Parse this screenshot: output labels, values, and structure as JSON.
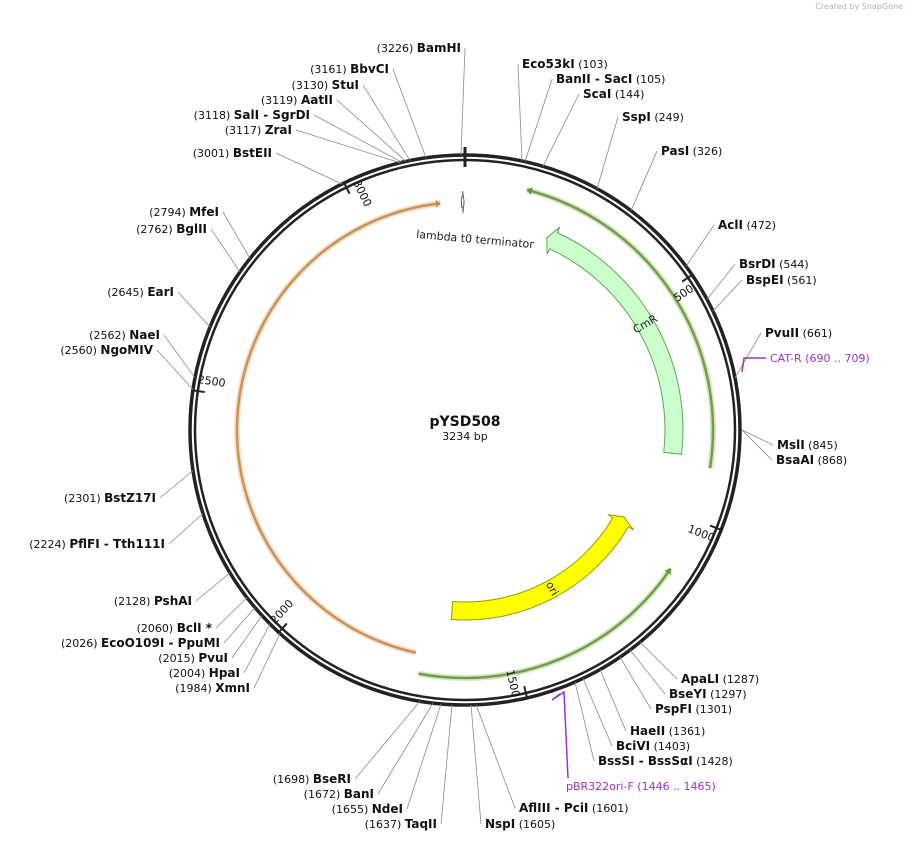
{
  "credit": {
    "prefix": "Created by",
    "brand": "SnapGene"
  },
  "plasmid": {
    "name": "pYSD508",
    "length_label": "3234 bp",
    "length": 3234
  },
  "ticks": [
    {
      "bp": 500,
      "label": "500"
    },
    {
      "bp": 1000,
      "label": "1000"
    },
    {
      "bp": 1500,
      "label": "1500"
    },
    {
      "bp": 2000,
      "label": "2000"
    },
    {
      "bp": 2500,
      "label": "2500"
    },
    {
      "bp": 3000,
      "label": "3000"
    }
  ],
  "features": [
    {
      "name": "CmR",
      "start": 207,
      "end": 866,
      "strand": -1,
      "color": "#ccffcc",
      "stroke": "#5aa85a"
    },
    {
      "name": "ori",
      "start": 1066,
      "end": 1654,
      "strand": -1,
      "color": "#ffff00",
      "stroke": "#999900"
    },
    {
      "name": "lambda t0 terminator",
      "start": 3226,
      "end": 3232,
      "strand": 1,
      "color": "#ffffff",
      "stroke": "#666666"
    }
  ],
  "orfs": [
    {
      "start": 130,
      "end": 888,
      "strand": -1,
      "color": "#669933"
    },
    {
      "start": 1114,
      "end": 1714,
      "strand": -1,
      "color": "#669933"
    },
    {
      "start": 1729,
      "end": 3178,
      "strand": 1,
      "color": "#cc8844"
    }
  ],
  "sites": [
    {
      "name": "BamHI",
      "pos": "(3226)"
    },
    {
      "name": "BbvCI",
      "pos": "(3161)"
    },
    {
      "name": "StuI",
      "pos": "(3130)"
    },
    {
      "name": "AatII",
      "pos": "(3119)"
    },
    {
      "name": "SalI",
      "name2": "SgrDI",
      "pos": "(3118)"
    },
    {
      "name": "ZraI",
      "pos": "(3117)"
    },
    {
      "name": "BstEII",
      "pos": "(3001)"
    },
    {
      "name": "MfeI",
      "pos": "(2794)"
    },
    {
      "name": "BglII",
      "pos": "(2762)"
    },
    {
      "name": "EarI",
      "pos": "(2645)"
    },
    {
      "name": "NaeI",
      "pos": "(2562)"
    },
    {
      "name": "NgoMIV",
      "pos": "(2560)"
    },
    {
      "name": "BstZ17I",
      "pos": "(2301)"
    },
    {
      "name": "PflFI",
      "name2": "Tth111I",
      "pos": "(2224)"
    },
    {
      "name": "PshAI",
      "pos": "(2128)"
    },
    {
      "name": "BclI *",
      "pos": "(2060)"
    },
    {
      "name": "EcoO109I",
      "name2": "PpuMI",
      "pos": "(2026)"
    },
    {
      "name": "PvuI",
      "pos": "(2015)"
    },
    {
      "name": "HpaI",
      "pos": "(2004)"
    },
    {
      "name": "XmnI",
      "pos": "(1984)"
    },
    {
      "name": "Eco53kI",
      "pos": "(103)"
    },
    {
      "name": "BanII",
      "name2": "SacI",
      "pos": "(105)"
    },
    {
      "name": "ScaI",
      "pos": "(144)"
    },
    {
      "name": "SspI",
      "pos": "(249)"
    },
    {
      "name": "PasI",
      "pos": "(326)"
    },
    {
      "name": "AclI",
      "pos": "(472)"
    },
    {
      "name": "BsrDI",
      "pos": "(544)"
    },
    {
      "name": "BspEI",
      "pos": "(561)"
    },
    {
      "name": "PvuII",
      "pos": "(661)"
    },
    {
      "name": "MslI",
      "pos": "(845)"
    },
    {
      "name": "BsaAI",
      "pos": "(868)"
    },
    {
      "name": "ApaLI",
      "pos": "(1287)"
    },
    {
      "name": "BseYI",
      "pos": "(1297)"
    },
    {
      "name": "PspFI",
      "pos": "(1301)"
    },
    {
      "name": "HaeII",
      "pos": "(1361)"
    },
    {
      "name": "BciVI",
      "pos": "(1403)"
    },
    {
      "name": "BssSI",
      "name2": "BssSαI",
      "pos": "(1428)"
    },
    {
      "name": "AflIII",
      "name2": "PciI",
      "pos": "(1601)"
    },
    {
      "name": "NspI",
      "pos": "(1605)"
    },
    {
      "name": "BseRI",
      "pos": "(1698)"
    },
    {
      "name": "BanI",
      "pos": "(1672)"
    },
    {
      "name": "NdeI",
      "pos": "(1655)"
    },
    {
      "name": "TaqII",
      "pos": "(1637)"
    }
  ],
  "primers": [
    {
      "name": "CAT-R",
      "range": "(690 .. 709)"
    },
    {
      "name": "pBR322ori-F",
      "range": "(1446 .. 1465)"
    }
  ]
}
